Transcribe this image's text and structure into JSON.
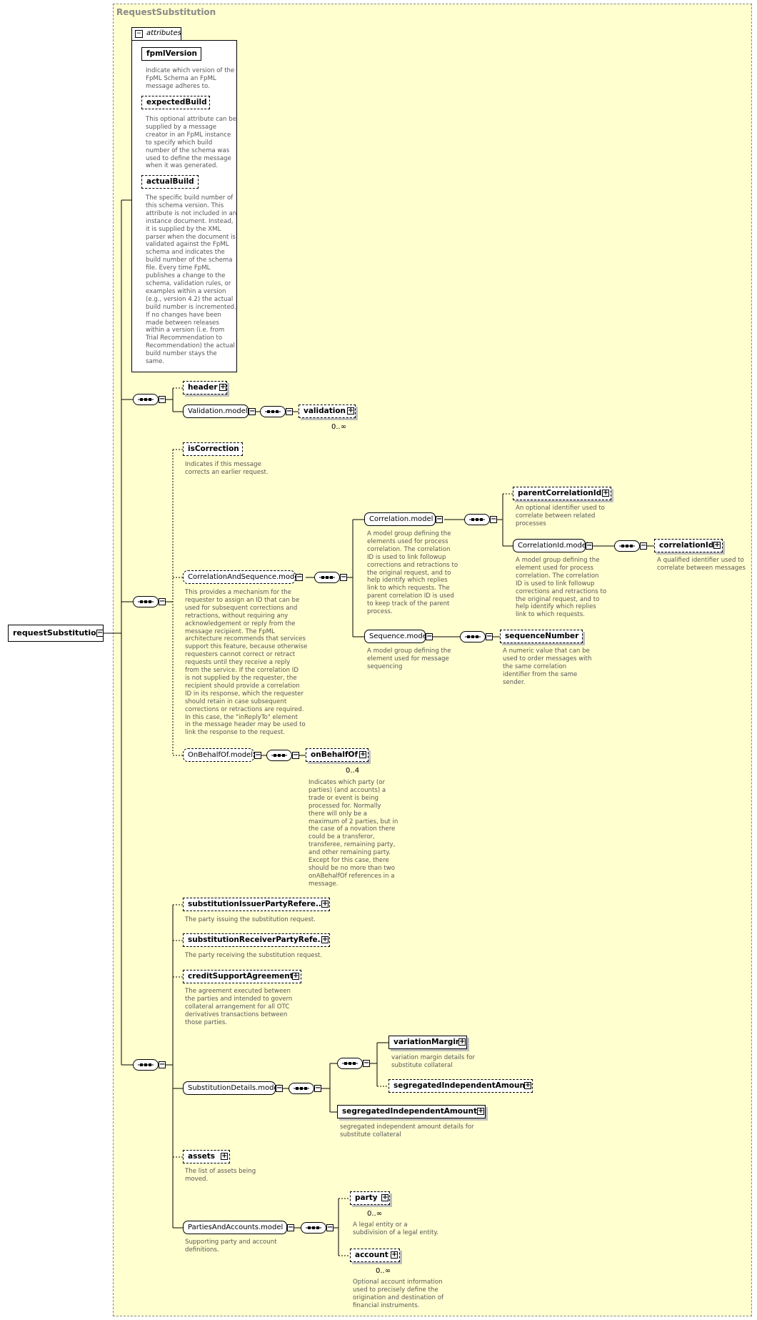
{
  "diagram": {
    "title": "RequestSubstitution",
    "root": "requestSubstitution",
    "attributes_label": "attributes",
    "attributes": [
      {
        "name": "fpmlVersion",
        "desc": "Indicate which version of the\nFpML Schema an FpML\nmessage adheres to."
      },
      {
        "name": "expectedBuild",
        "desc": "This optional attribute can be\nsupplied by a message\ncreator in an FpML instance\nto specify which build\nnumber of the schema was\nused to define the message\nwhen it was generated."
      },
      {
        "name": "actualBuild",
        "desc": "The specific build number of\nthis schema version. This\nattribute is not included in an\ninstance document. Instead,\nit is supplied by the XML\nparser when the document is\nvalidated against the FpML\nschema and indicates the\nbuild number of the schema\nfile. Every time FpML\npublishes a change to the\nschema, validation rules, or\nexamples within a version\n(e.g., version 4.2) the actual\nbuild number is incremented.\nIf no changes have been\nmade between releases\nwithin a version (i.e. from\nTrial Recommendation to\nRecommendation) the actual\nbuild number stays the\nsame."
      }
    ],
    "nodes": {
      "header": "header",
      "validation_model": "Validation.model",
      "validation": "validation",
      "validation_card": "0..∞",
      "isCorrection": "isCorrection",
      "isCorrection_desc": "Indicates if this message\ncorrects an earlier request.",
      "corrseq_model": "CorrelationAndSequence.model",
      "corrseq_desc": "This provides a mechanism for the\nrequester to assign an ID that can be\nused for subsequent corrections and\nretractions, without requiring any\nacknowledgement or reply from the\nmessage recipient. The FpML\narchitecture recommends that services\nsupport this feature, because otherwise\nrequesters cannot correct or retract\nrequests until they receive a reply\nfrom the service. If the correlation ID\nis not supplied by the requester, the\nrecipient should provide a correlation\nID in its response, which the requester\nshould retain in case subsequent\ncorrections or retractions are required.\nIn this case, the \"inReplyTo\" element\nin the message header may be used to\nlink the response to the request.",
      "correlation_model": "Correlation.model",
      "correlation_desc": "A model group defining the\nelements used for process\ncorrelation. The correlation\nID is used to link followup\ncorrections and retractions to\nthe original request, and to\nhelp identify which replies\nlink to which requests. The\nparent correlation ID is used\nto keep track of the parent\nprocess.",
      "parentCorrelationId": "parentCorrelationId",
      "parentCorrelationId_desc": "An optional identifier used to\ncorrelate between related\nprocesses",
      "correlationId_model": "CorrelationId.model",
      "correlationId_model_desc": "A model group defining the\nelement used for process\ncorrelation. The correlation\nID is used to link followup\ncorrections and retractions to\nthe original request, and to\nhelp identify which replies\nlink to which requests.",
      "correlationId": "correlationId",
      "correlationId_desc": "A qualified identifier used to\ncorrelate between messages",
      "sequence_model": "Sequence.model",
      "sequence_model_desc": "A model group defining the\nelement used for message\nsequencing",
      "sequenceNumber": "sequenceNumber",
      "sequenceNumber_desc": "A numeric value that can be\nused to order messages with\nthe same correlation\nidentifier from the same\nsender.",
      "onBehalfOf_model": "OnBehalfOf.model",
      "onBehalfOf": "onBehalfOf",
      "onBehalfOf_card": "0..4",
      "onBehalfOf_desc": "Indicates which party (or\nparties) (and accounts) a\ntrade or event is being\nprocessed for. Normally\nthere will only be a\nmaximum of 2 parties, but in\nthe case of a novation there\ncould be a transferor,\ntransferee, remaining party,\nand other remaining party.\nExcept for this case, there\nshould be no more than two\nonABehalfOf references in a\nmessage.",
      "issuer": "substitutionIssuerPartyRefere...",
      "issuer_desc": "The party issuing the substitution request.",
      "receiver": "substitutionReceiverPartyRefe...",
      "receiver_desc": "The party receiving the substitution request.",
      "csa": "creditSupportAgreement",
      "csa_desc": "The agreement executed between\nthe parties and intended to govern\ncollateral arrangement for all OTC\nderivatives transactions between\nthose parties.",
      "subst_model": "SubstitutionDetails.model",
      "variationMargin": "variationMargin",
      "variationMargin_desc": "variation margin details for\nsubstitute collateral",
      "sia_opt": "segregatedIndependentAmount",
      "sia": "segregatedIndependentAmount",
      "sia_desc": "segregated independent amount details for\nsubstitute collateral",
      "assets": "assets",
      "assets_desc": "The list of assets being\nmoved.",
      "pa_model": "PartiesAndAccounts.model",
      "pa_desc": "Supporting party and account\ndefinitions.",
      "party": "party",
      "party_card": "0..∞",
      "party_desc": "A legal entity or a\nsubdivision of a legal entity.",
      "account": "account",
      "account_card": "0..∞",
      "account_desc": "Optional account information\nused to precisely define the\norigination and destination of\nfinancial instruments."
    }
  }
}
